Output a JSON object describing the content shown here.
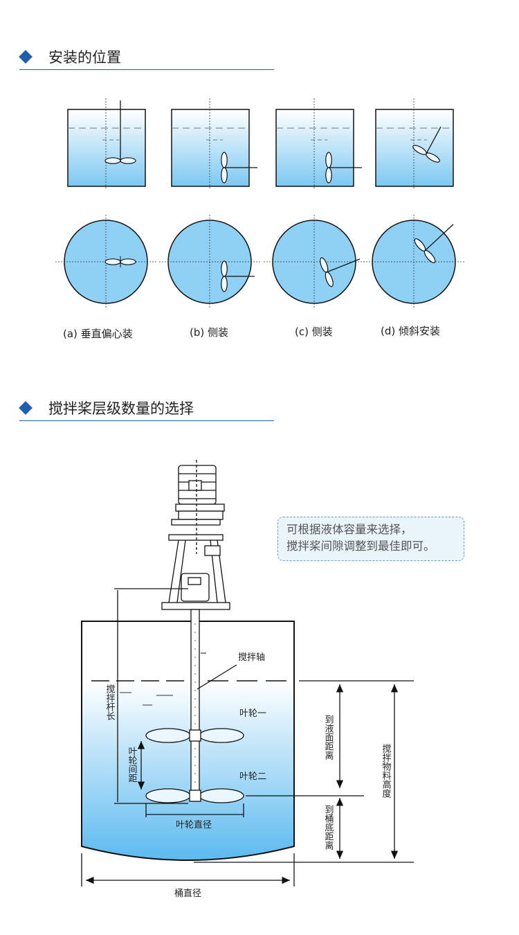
{
  "sections": {
    "positions": {
      "title": "安装的位置"
    },
    "layers": {
      "title": "搅拌桨层级数量的选择"
    }
  },
  "positions": {
    "captions": [
      "(a) 垂直偏心装",
      "(b) 侧装",
      "(c) 侧装",
      "(d) 倾斜安装"
    ]
  },
  "note": {
    "line1": "可根据液体容量来选择，",
    "line2": "搅拌桨间隙调整到最佳即可。"
  },
  "labels": {
    "shaft": "搅拌轴",
    "rod_length": "搅拌杆长",
    "impeller1": "叶轮一",
    "impeller2": "叶轮二",
    "impeller_spacing": "叶轮间距",
    "impeller_diameter": "叶轮直径",
    "to_surface": "到液面距离",
    "to_bottom": "到桶底距离",
    "material_height": "搅拌物料高度",
    "tank_diameter": "桶直径"
  },
  "colors": {
    "accent": "#1f5fae",
    "liquid_top": "#ffffff",
    "liquid_bottom": "#7cc8f2",
    "circle_fill": "#8fd0f5"
  }
}
